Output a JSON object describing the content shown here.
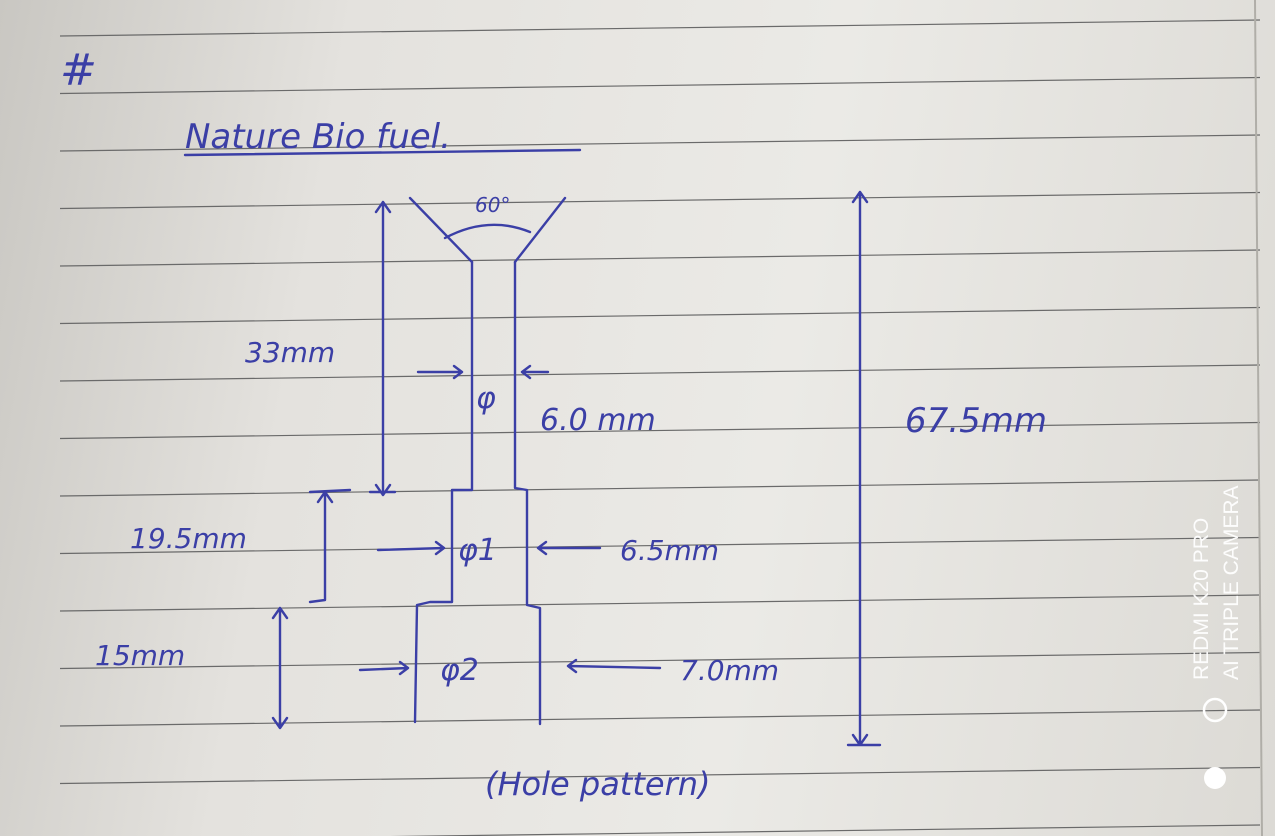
{
  "title": {
    "hash": "#",
    "text": "Nature Bio fuel."
  },
  "angle": "60°",
  "dimensions": {
    "top_length": "33mm",
    "phi": "φ",
    "top_diameter": "6.0 mm",
    "total_length": "67.5mm",
    "mid_length": "19.5mm",
    "phi1": "φ1",
    "mid_diameter": "6.5mm",
    "bottom_length": "15mm",
    "phi2": "φ2",
    "bottom_diameter": "7.0mm"
  },
  "caption": "(Hole pattern)",
  "watermark": {
    "line1": "REDMI K20 PRO",
    "line2": "AI TRIPLE CAMERA"
  },
  "colors": {
    "ink": "#3b3fa6",
    "paper": "#e6e4e0",
    "rule": "#5a5a5a"
  }
}
